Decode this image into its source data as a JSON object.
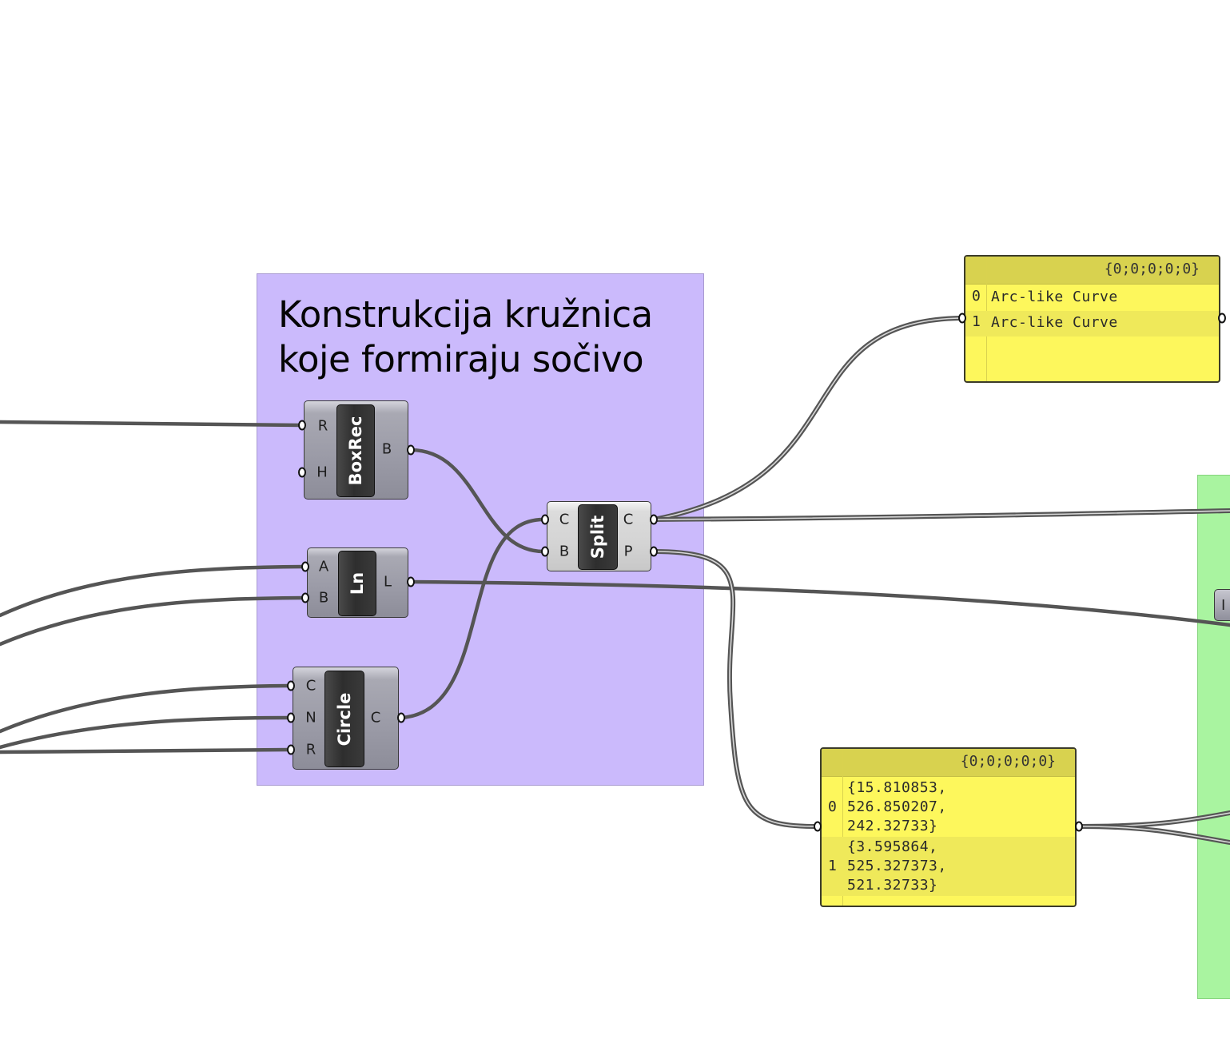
{
  "canvas": {
    "background": "#ffffff"
  },
  "groups": {
    "lens": {
      "title": "Konstrukcija kružnica\nkoje formiraju sočivo",
      "color": "#cbbafc"
    },
    "right": {
      "color": "#a9f4a0"
    }
  },
  "components": {
    "boxrec": {
      "name": "BoxRec",
      "inputs": [
        "R",
        "H"
      ],
      "outputs": [
        "B"
      ]
    },
    "ln": {
      "name": "Ln",
      "inputs": [
        "A",
        "B"
      ],
      "outputs": [
        "L"
      ]
    },
    "circle": {
      "name": "Circle",
      "inputs": [
        "C",
        "N",
        "R"
      ],
      "outputs": [
        "C"
      ]
    },
    "split": {
      "name": "Split",
      "inputs": [
        "C",
        "B"
      ],
      "outputs": [
        "C",
        "P"
      ]
    }
  },
  "panels": {
    "curves": {
      "path": "{0;0;0;0;0}",
      "rows": [
        {
          "index": "0",
          "text": "Arc-like Curve"
        },
        {
          "index": "1",
          "text": "Arc-like Curve"
        }
      ]
    },
    "points": {
      "path": "{0;0;0;0;0}",
      "rows": [
        {
          "index": "0",
          "text": "{15.810853,\n526.850207,\n242.32733}"
        },
        {
          "index": "1",
          "text": "{3.595864,\n525.327373,\n521.32733}"
        }
      ]
    }
  },
  "partial_node": {
    "label": "I"
  },
  "colors": {
    "panel": "#fdf75c",
    "panel_header": "#d8d24f",
    "wire": "#555555"
  }
}
